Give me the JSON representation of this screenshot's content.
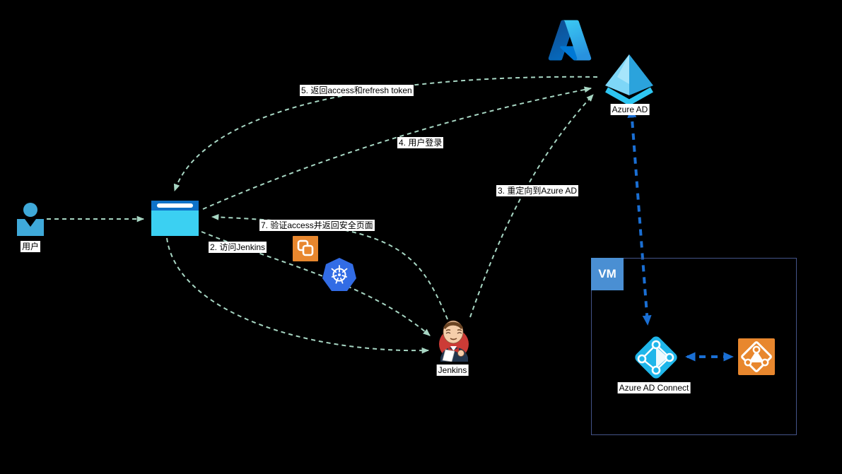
{
  "diagram": {
    "nodes": {
      "user": {
        "label": "用户",
        "icon": "user-icon"
      },
      "browser": {
        "label": "",
        "icon": "browser-icon"
      },
      "azure": {
        "label": "",
        "icon": "azure-logo-icon"
      },
      "azure_ad": {
        "label": "Azure AD",
        "icon": "azure-ad-icon"
      },
      "vsphere": {
        "label": "",
        "icon": "overlapping-squares-icon"
      },
      "kubernetes": {
        "label": "",
        "icon": "kubernetes-icon"
      },
      "jenkins": {
        "label": "Jenkins",
        "icon": "jenkins-icon"
      },
      "vm": {
        "label": "VM",
        "icon": "vm-box"
      },
      "azure_ad_connect": {
        "label": "Azure AD Connect",
        "icon": "azure-ad-connect-icon"
      },
      "active_directory": {
        "label": "",
        "icon": "active-directory-icon"
      }
    },
    "edges": {
      "e2": {
        "label": "2. 访问Jenkins"
      },
      "e3": {
        "label": "3. 重定向到Azure AD"
      },
      "e4": {
        "label": "4. 用户登录"
      },
      "e5": {
        "label": "5. 返回access和refresh token"
      },
      "e7": {
        "label": "7. 验证access并返回安全页面"
      }
    },
    "colors": {
      "edge-green": "#a7d6c3",
      "edge-blue": "#1a6fd4",
      "vm-border": "#44548a",
      "vm-badge": "#4a8fd3",
      "kubernetes-blue": "#326ce5",
      "orange": "#e8872e",
      "cyan": "#1fb6ea",
      "browser-bar": "#0f72c8",
      "browser-body": "#3bd0f2",
      "user-blue": "#3fa9d9",
      "jenkins-red": "#cc3b36",
      "background": "#000000"
    }
  }
}
